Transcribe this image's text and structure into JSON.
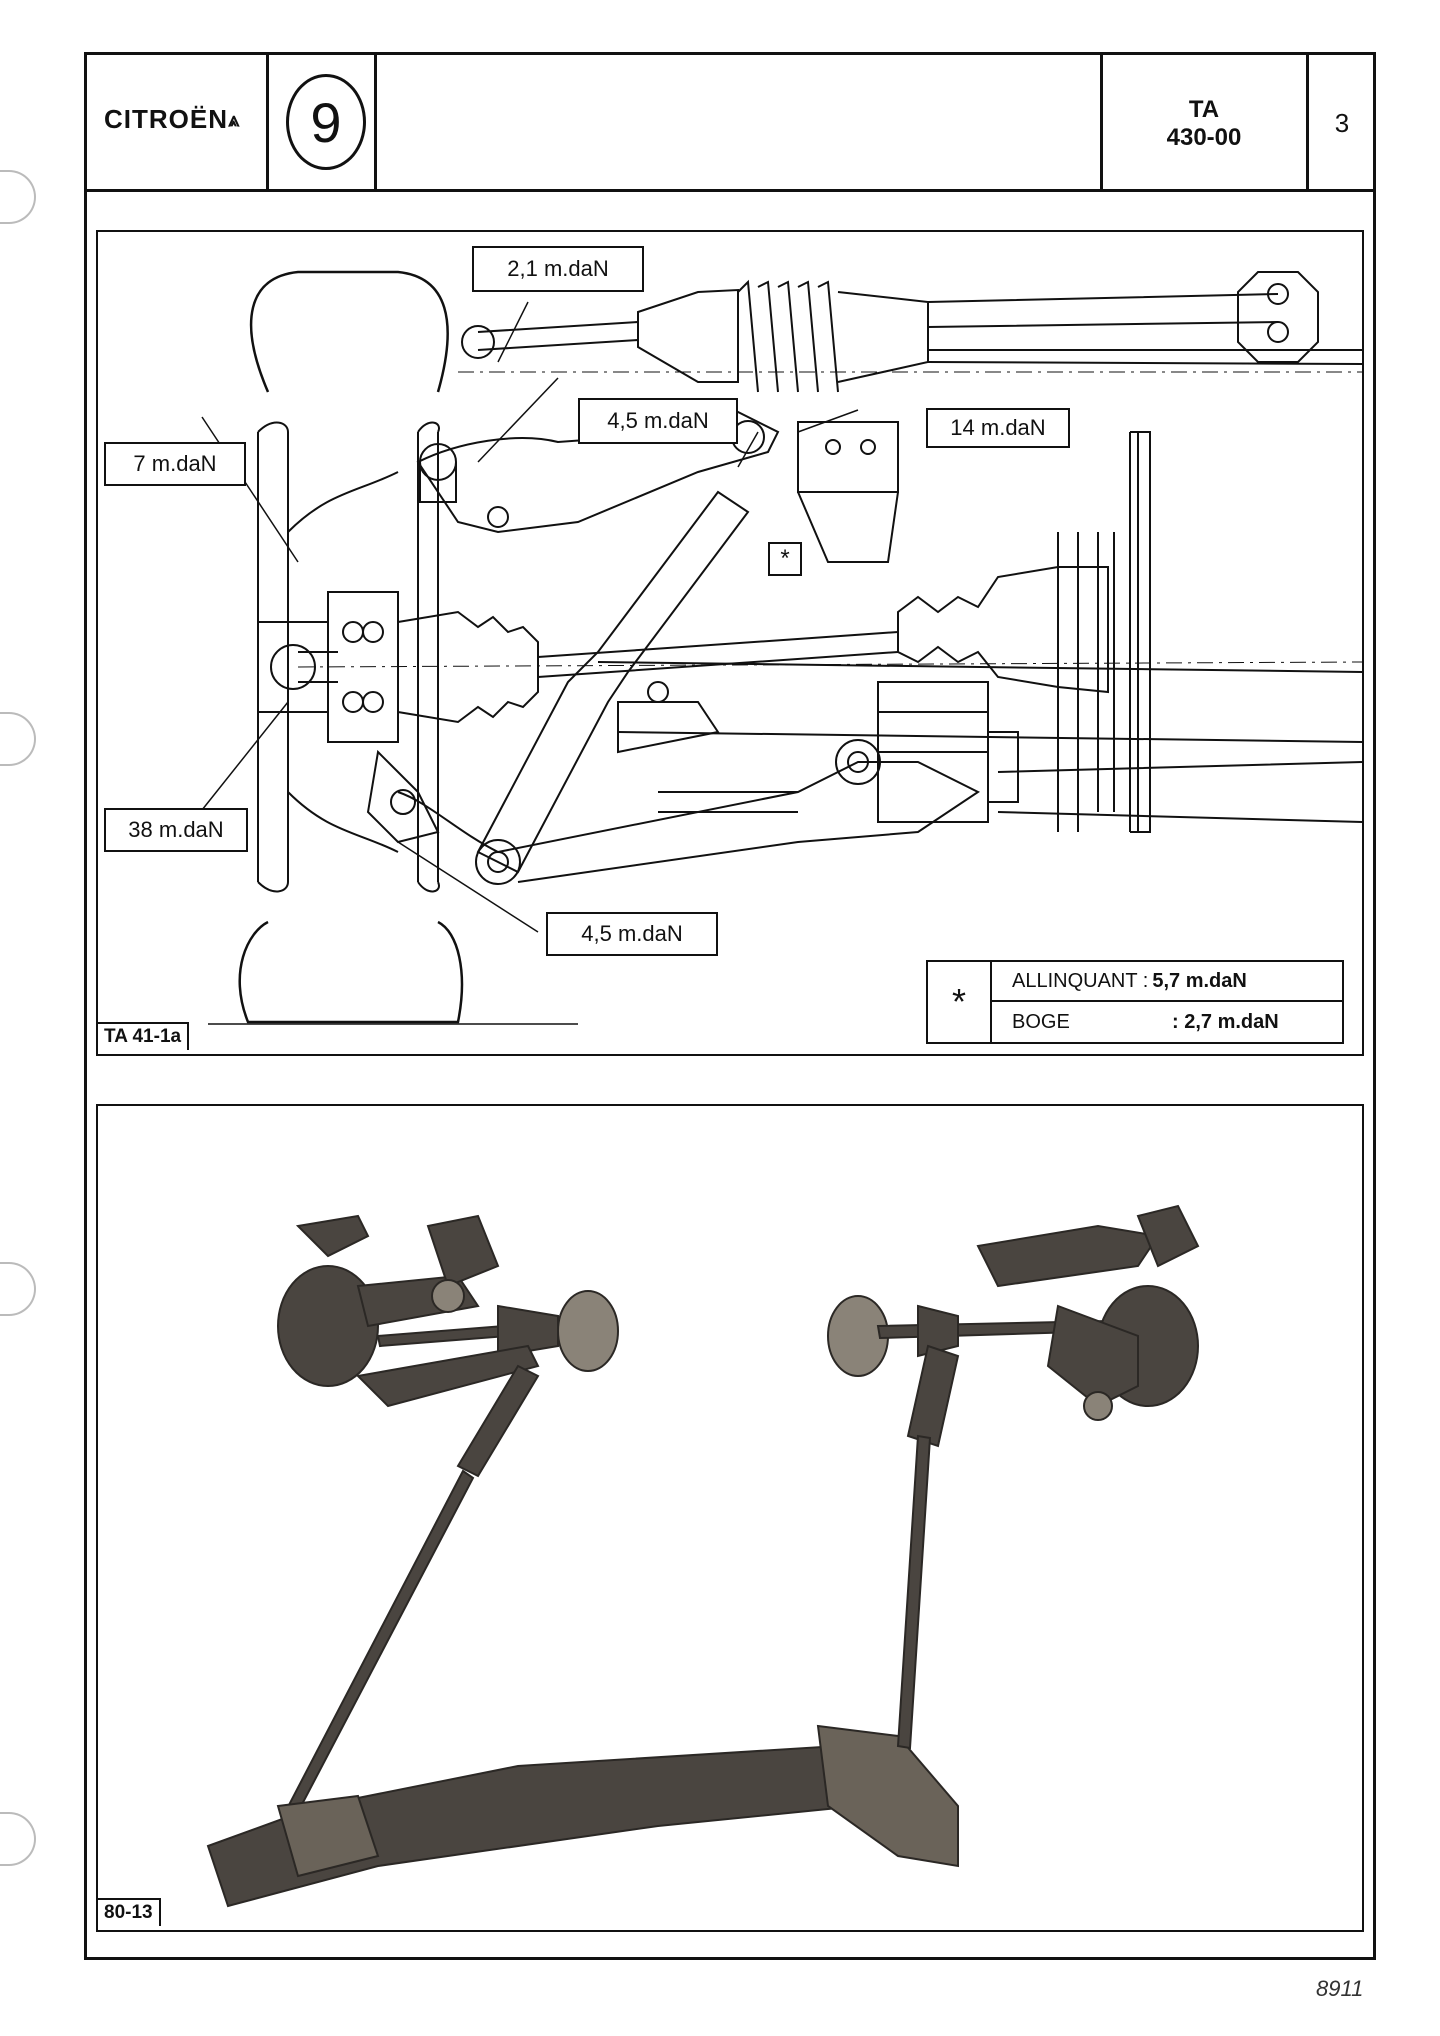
{
  "header": {
    "brand": "CITROËN",
    "brand_chevrons": "⩓",
    "chapter": "9",
    "ref_line1": "TA",
    "ref_line2": "430-00",
    "page": "3"
  },
  "diagram": {
    "figure_label": "TA 41-1a",
    "torques": {
      "t1": "2,1 m.daN",
      "t2": "4,5 m.daN",
      "t3": "14 m.daN",
      "t4": "7 m.daN",
      "t5": "38 m.daN",
      "t6": "4,5 m.daN"
    },
    "asterisk_box": "*",
    "legend": {
      "symbol": "*",
      "rows": [
        {
          "label": "ALLINQUANT :",
          "value": "5,7 m.daN"
        },
        {
          "label": "BOGE",
          "value": ": 2,7 m.daN"
        }
      ]
    }
  },
  "photo": {
    "figure_label": "80-13"
  },
  "footer": {
    "code": "8911"
  },
  "colors": {
    "ink": "#111111",
    "paper": "#ffffff",
    "photo_part": "#4a4540"
  }
}
